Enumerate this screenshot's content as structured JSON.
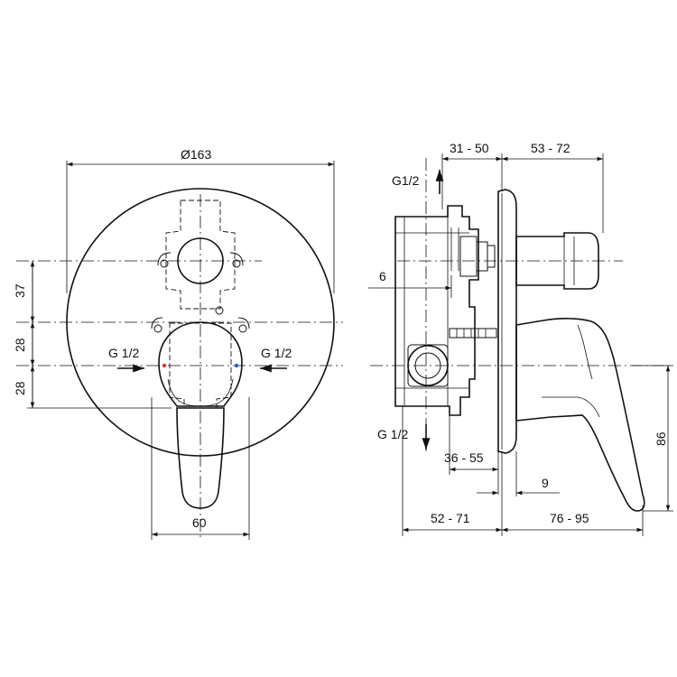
{
  "front_view": {
    "diameter_label": "Ø163",
    "dim_37": "37",
    "dim_28_upper": "28",
    "dim_28_lower": "28",
    "dim_60": "60",
    "inlet_left_label": "G 1/2",
    "inlet_right_label": "G 1/2"
  },
  "side_view": {
    "outlet_top_label": "G1/2",
    "outlet_bottom_label": "G 1/2",
    "dim_31_50": "31 - 50",
    "dim_53_72": "53 - 72",
    "dim_6": "6",
    "dim_36_55": "36 - 55",
    "dim_9": "9",
    "dim_52_71": "52 - 71",
    "dim_76_95": "76 - 95",
    "dim_86": "86"
  },
  "colors": {
    "line": "#111111",
    "hot_marker": "#d9342b",
    "cold_marker": "#2b62c9"
  }
}
